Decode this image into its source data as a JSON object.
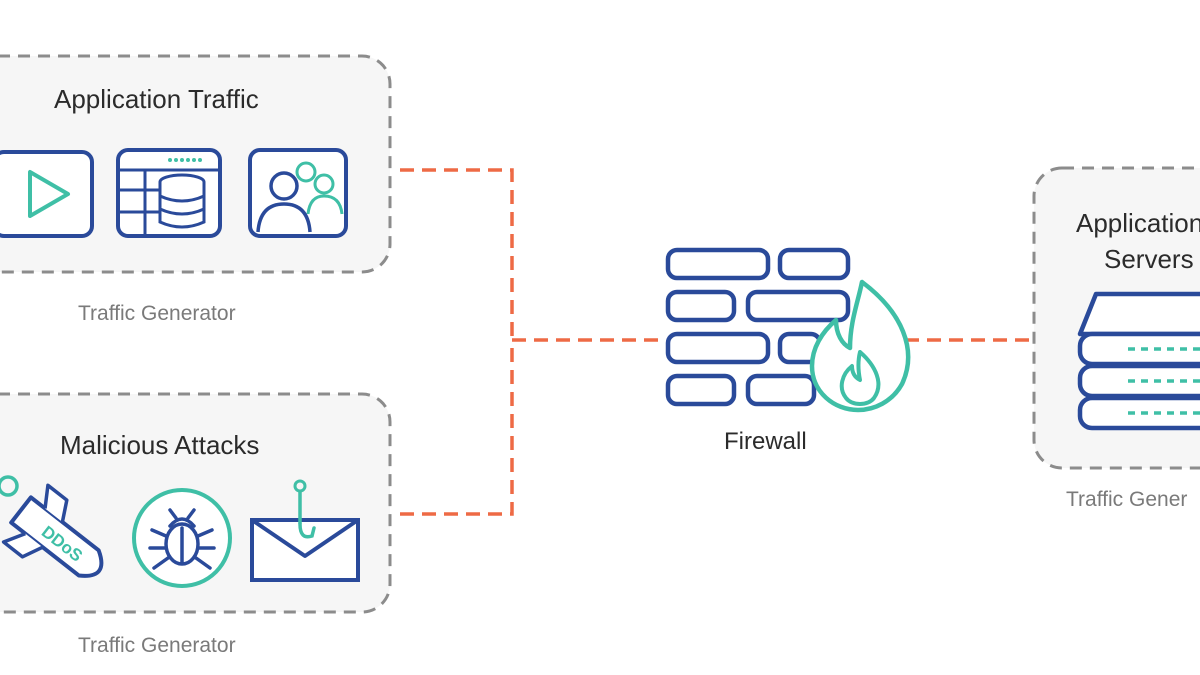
{
  "groups": {
    "app_traffic": {
      "title": "Application Traffic",
      "caption": "Traffic Generator",
      "icons": [
        "video-play-icon",
        "database-server-icon",
        "users-icon"
      ]
    },
    "malicious": {
      "title": "Malicious Attacks",
      "caption": "Traffic Generator",
      "icons": [
        "ddos-missile-icon",
        "bug-icon",
        "phishing-email-icon"
      ],
      "ddos_text": "DDoS"
    },
    "servers": {
      "title_line1": "Application",
      "title_line2": "Servers",
      "caption": "Traffic Gener",
      "icons": [
        "server-stack-icon"
      ]
    }
  },
  "firewall": {
    "label": "Firewall",
    "icons": [
      "brick-wall-icon",
      "flame-icon"
    ]
  },
  "colors": {
    "navy": "#2a4a9a",
    "teal": "#3fbfa6",
    "orange": "#ee6a45",
    "dash_border": "#8c8c8c",
    "box_fill": "#f6f6f6"
  }
}
